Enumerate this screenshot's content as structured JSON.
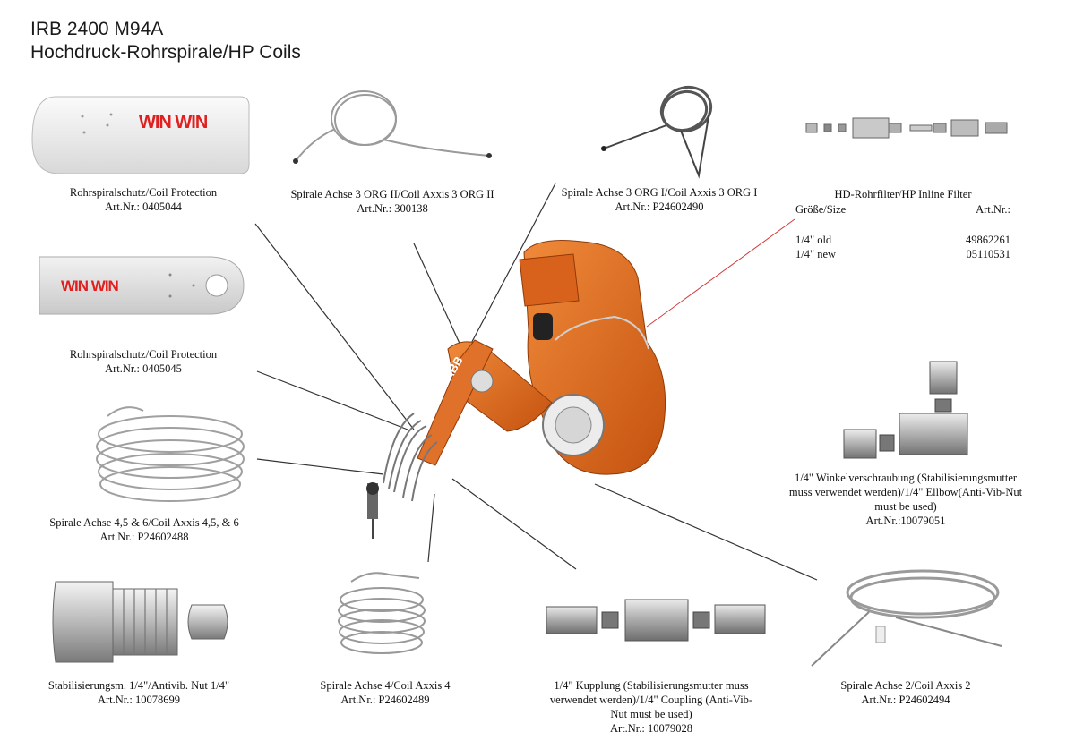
{
  "header": {
    "line1": "IRB 2400 M94A",
    "line2": "Hochdruck-Rohrspirale/HP Coils"
  },
  "brand": {
    "logo_text": "WIN WIN",
    "robot_logo": "ABB",
    "accent": "#e02020",
    "robot_color": "#e0661c"
  },
  "parts": {
    "coil_protection_1": {
      "name": "Rohrspiralschutz/Coil Protection",
      "art": "Art.Nr.: 0405044"
    },
    "coil_protection_2": {
      "name": "Rohrspiralschutz/Coil Protection",
      "art": "Art.Nr.: 0405045"
    },
    "spiral_axis3_org2": {
      "name": "Spirale Achse 3 ORG II/Coil Axxis 3 ORG II",
      "art": "Art.Nr.: 300138"
    },
    "spiral_axis3_org1": {
      "name": "Spirale Achse 3 ORG I/Coil Axxis 3 ORG I",
      "art": "Art.Nr.: P24602490"
    },
    "spiral_axis456": {
      "name": "Spirale Achse 4,5 & 6/Coil Axxis 4,5, & 6",
      "art": "Art.Nr.: P24602488"
    },
    "stab_nut": {
      "name": "Stabilisierungsm. 1/4\"/Antivib. Nut 1/4\"",
      "art": "Art.Nr.: 10078699"
    },
    "spiral_axis4": {
      "name": "Spirale Achse 4/Coil Axxis 4",
      "art": "Art.Nr.: P24602489"
    },
    "coupling": {
      "name": "1/4\" Kupplung (Stabilisierungsmutter muss verwendet werden)/1/4\" Coupling (Anti-Vib-Nut must be used)",
      "art": "Art.Nr.: 10079028"
    },
    "spiral_axis2": {
      "name": "Spirale Achse 2/Coil Axxis 2",
      "art": "Art.Nr.: P24602494"
    },
    "elbow": {
      "name": "1/4\" Winkelverschraubung (Stabilisierungsmutter muss verwendet werden)/1/4\" Ellbow(Anti-Vib-Nut must be used)",
      "art": "Art.Nr.:10079051"
    }
  },
  "filter": {
    "title": "HD-Rohrfilter/HP Inline Filter",
    "col_size": "Größe/Size",
    "col_art": "Art.Nr.:",
    "rows": [
      {
        "size": "1/4\" old",
        "art": "49862261"
      },
      {
        "size": "1/4\" new",
        "art": "05110531"
      }
    ]
  }
}
